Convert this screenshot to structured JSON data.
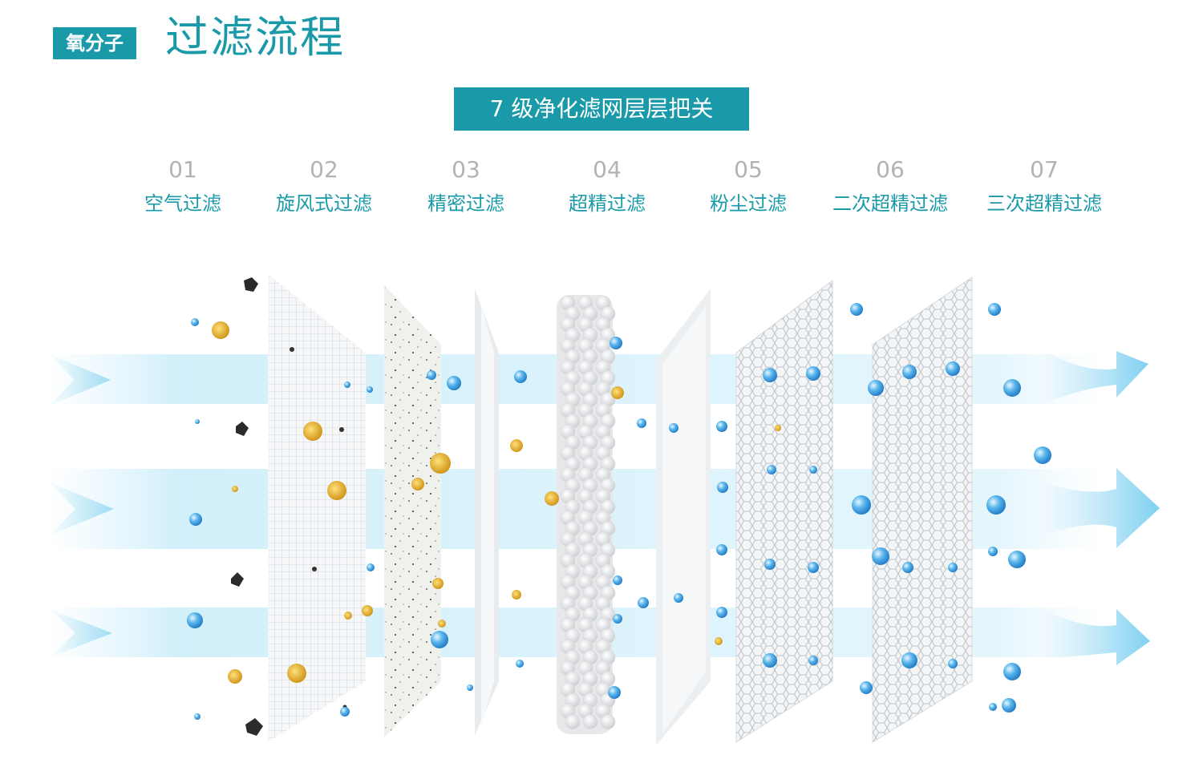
{
  "header": {
    "brand_label": "氧分子",
    "title": "过滤流程"
  },
  "banner": "7 级净化滤网层层把关",
  "steps": [
    {
      "num": "01",
      "name": "空气过滤"
    },
    {
      "num": "02",
      "name": "旋风式过滤"
    },
    {
      "num": "03",
      "name": "精密过滤"
    },
    {
      "num": "04",
      "name": "超精过滤"
    },
    {
      "num": "05",
      "name": "粉尘过滤"
    },
    {
      "num": "06",
      "name": "二次超精过滤"
    },
    {
      "num": "07",
      "name": "三次超精过滤"
    }
  ],
  "colors": {
    "accent": "#1a9aa9",
    "step_number": "#b3b3b3",
    "air_flow": "#9fdcf3",
    "dust_particle": "#e0a51a",
    "dirt_particle": "#2b2b2b",
    "oxygen_bubble": "#3f9de3"
  }
}
